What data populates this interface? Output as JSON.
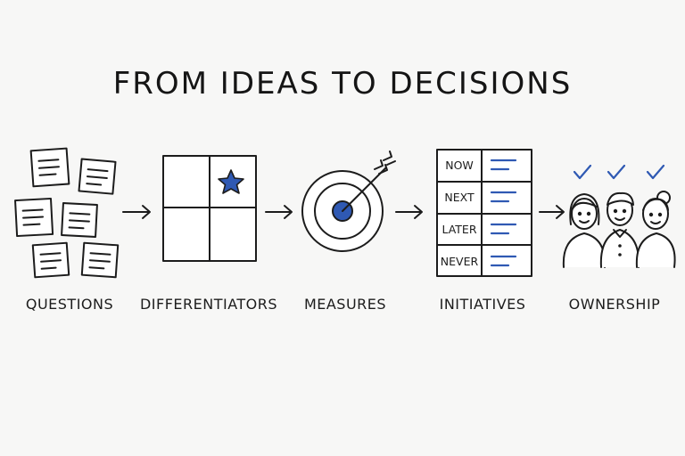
{
  "title": "FROM IDEAS TO DECISIONS",
  "stages": [
    {
      "label": "QUESTIONS",
      "icon": "sticky-notes-icon"
    },
    {
      "label": "DIFFERENTIATORS",
      "icon": "star-matrix-icon"
    },
    {
      "label": "MEASURES",
      "icon": "target-arrow-icon"
    },
    {
      "label": "INITIATIVES",
      "icon": "priority-list-icon"
    },
    {
      "label": "OWNERSHIP",
      "icon": "team-checkmarks-icon"
    }
  ],
  "priorities": [
    "NOW",
    "NEXT",
    "LATER",
    "NEVER"
  ],
  "colors": {
    "accent": "#2f59b3",
    "ink": "#1c1c1c",
    "background": "#f7f7f6"
  }
}
